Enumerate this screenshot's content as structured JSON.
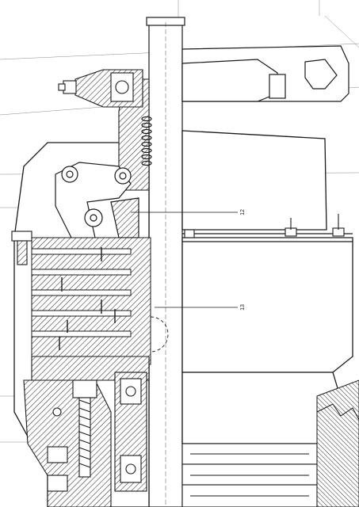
{
  "diagram": {
    "callouts": [
      {
        "id": "c12",
        "text": "12"
      },
      {
        "id": "c13",
        "text": "13"
      }
    ],
    "colors": {
      "paper": "#ffffff",
      "ink": "#1a1a1a",
      "hatch": "#2a2a2a",
      "tint": "#f4f4f2"
    }
  }
}
